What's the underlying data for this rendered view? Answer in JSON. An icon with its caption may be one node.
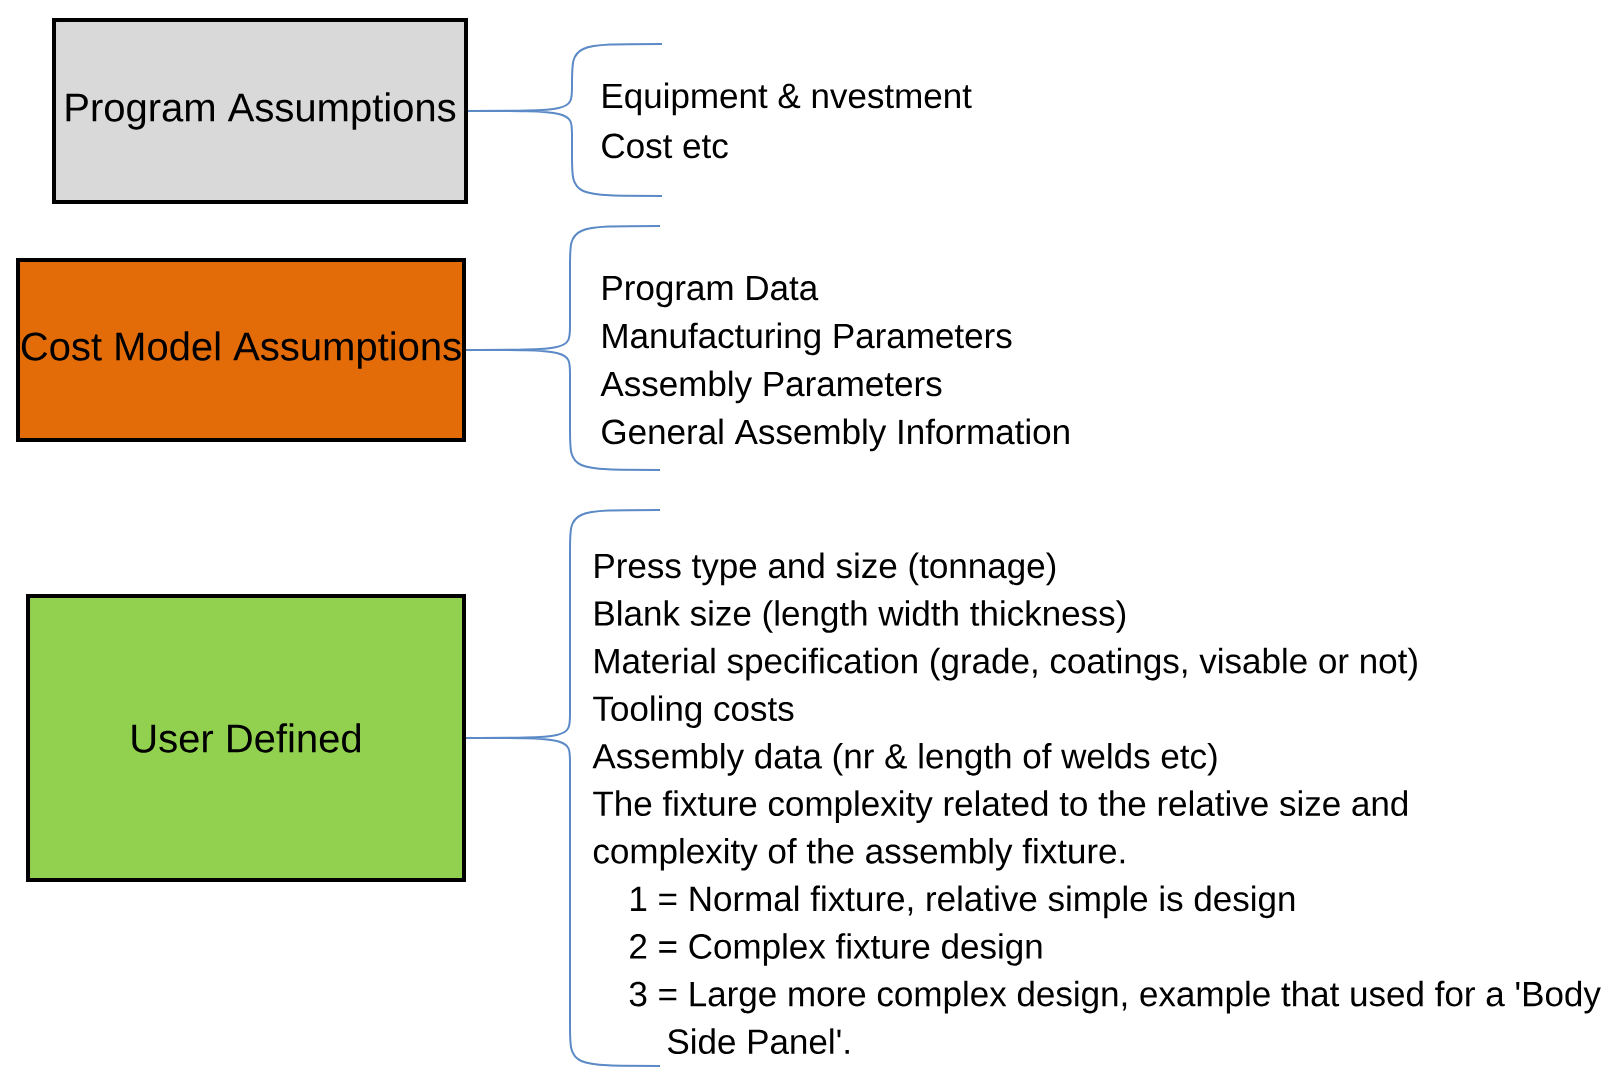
{
  "diagram": {
    "nodes": [
      {
        "text": [
          "Program Assumptions"
        ],
        "beside": [
          "Equipment & nvestment",
          "Cost etc"
        ]
      },
      {
        "text": [
          "Cost Model Assumptions"
        ],
        "beside": [
          "Program Data",
          "Manufacturing Parameters",
          "Assembly Parameters",
          "General Assembly Information"
        ]
      },
      {
        "text": [
          "User Defined"
        ],
        "beside": [
          "Press type and size (tonnage)",
          "Blank size (length width thickness)",
          "Material specification (grade, coatings, visable or not)",
          "Tooling costs",
          "Assembly data (nr & length of welds etc)",
          "The fixture complexity related to the relative size and complexity of the assembly fixture.",
          "1 = Normal fixture, relative simple is design",
          "2 = Complex fixture design",
          "3 = Large more complex design, example that used for a 'Body Side Panel'."
        ]
      }
    ]
  }
}
